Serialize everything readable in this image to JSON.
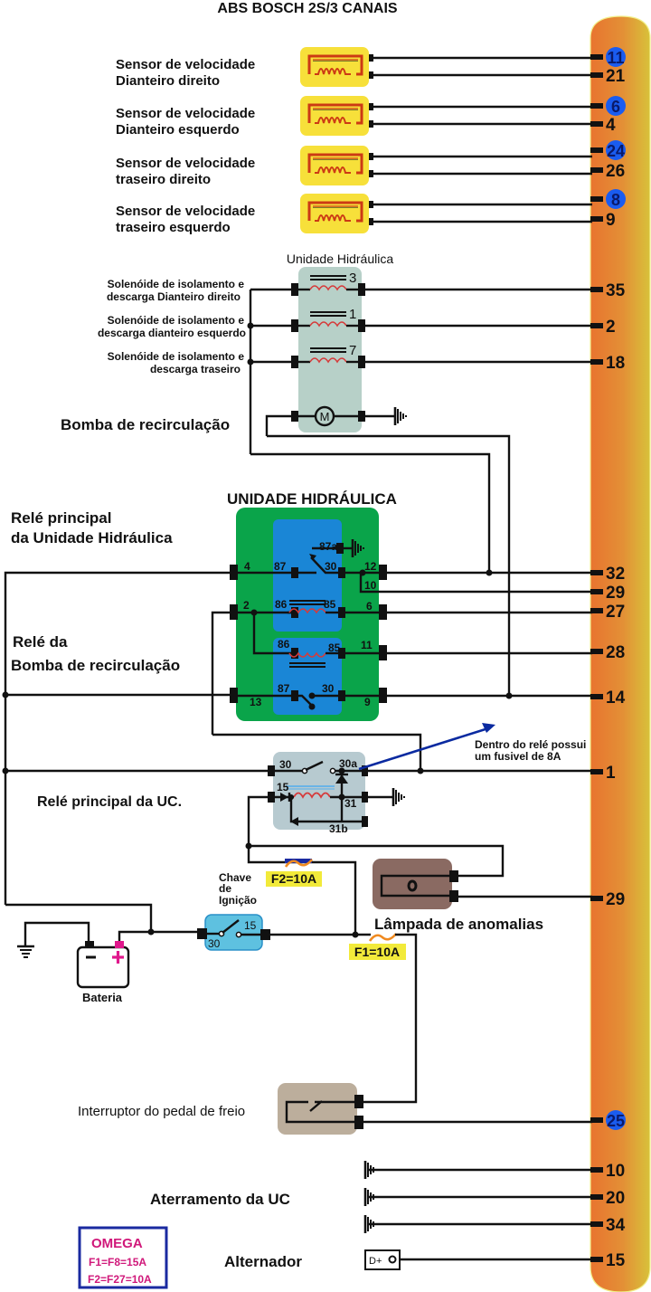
{
  "title": "ABS BOSCH 2S/3 CANAIS",
  "colors": {
    "connector_gradient_left": "#e8742f",
    "connector_gradient_right": "#d8c23a",
    "sensor_box": "#f7e03a",
    "sensor_coil": "#cc3a14",
    "hydraulic_box": "#b7d0c8",
    "relay_block": "#0aa44a",
    "relay_inner": "#1a86d6",
    "uc_relay_box": "#b7cad0",
    "ignition_box": "#5ec1e0",
    "lamp_box": "#8a6a62",
    "brake_switch_box": "#bcae9c",
    "highlight_pin": "#1a5cf0",
    "fuse_label_bg": "#f2ea3a",
    "arrow": "#0a2aa0",
    "omega_border": "#1a2aa0",
    "omega_text": "#d0187a",
    "battery_plus": "#e0188c"
  },
  "sensors": [
    {
      "line1": "Sensor de velocidade",
      "line2": "Dianteiro direito",
      "pins": [
        "11",
        "21"
      ],
      "highlight": "11"
    },
    {
      "line1": "Sensor de velocidade",
      "line2": "Dianteiro esquerdo",
      "pins": [
        "6",
        "4"
      ],
      "highlight": "6"
    },
    {
      "line1": "Sensor de velocidade",
      "line2": "traseiro  direito",
      "pins": [
        "24",
        "26"
      ],
      "highlight": "24"
    },
    {
      "line1": "Sensor de velocidade",
      "line2": "traseiro esquerdo",
      "pins": [
        "8",
        "9"
      ],
      "highlight": "8"
    }
  ],
  "hydraulic_unit": {
    "title": "Unidade Hidráulica",
    "solenoids": [
      {
        "line1": "Solenóide de isolamento e",
        "line2": "descarga Dianteiro direito",
        "num": "3",
        "pin": "35"
      },
      {
        "line1": "Solenóide de isolamento e",
        "line2": "descarga dianteiro esquerdo",
        "num": "1",
        "pin": "2"
      },
      {
        "line1": "Solenóide de isolamento e",
        "line2": "descarga traseiro",
        "num": "7",
        "pin": "18"
      }
    ],
    "pump_label": "Bomba de recirculação",
    "motor_symbol": "M"
  },
  "relay_block": {
    "title": "UNIDADE HIDRÁULICA",
    "main_relay_label": [
      "Relé principal",
      "da Unidade Hidráulica"
    ],
    "pump_relay_label": [
      "Relé da",
      "Bomba de recirculação"
    ],
    "terminals": {
      "outer_left": [
        "4",
        "2",
        "13"
      ],
      "outer_right": [
        "12",
        "10",
        "6",
        "11",
        "9"
      ],
      "relay1": [
        "87a",
        "87",
        "30",
        "86",
        "85"
      ],
      "relay2": [
        "86",
        "85",
        "87",
        "30"
      ]
    },
    "pins": [
      "32",
      "29",
      "27",
      "28",
      "14"
    ]
  },
  "uc_relay": {
    "label": "Relé principal da UC.",
    "terminals": [
      "30",
      "30a",
      "15",
      "31",
      "31b"
    ],
    "pin": "1",
    "note": [
      "Dentro do relé possui",
      "um fusivel de 8A"
    ]
  },
  "ignition": {
    "label": [
      "Chave",
      "de",
      "Ignição"
    ],
    "terminals": [
      "30",
      "15"
    ]
  },
  "fuses": {
    "f2": "F2=10A",
    "f1": "F1=10A"
  },
  "lamp": {
    "label": "Lâmpada de anomalias",
    "pin": "29"
  },
  "battery": {
    "label": "Bateria",
    "minus": "−",
    "plus": "+"
  },
  "brake_switch": {
    "label": "Interruptor do pedal de freio",
    "pin": "25"
  },
  "grounding": {
    "label": "Aterramento da UC",
    "pins": [
      "10",
      "20",
      "34"
    ]
  },
  "alternator": {
    "label": "Alternador",
    "terminal": "D+",
    "pin": "15"
  },
  "omega_box": {
    "title": "OMEGA",
    "line1": "F1=F8=15A",
    "line2": "F2=F27=10A"
  }
}
